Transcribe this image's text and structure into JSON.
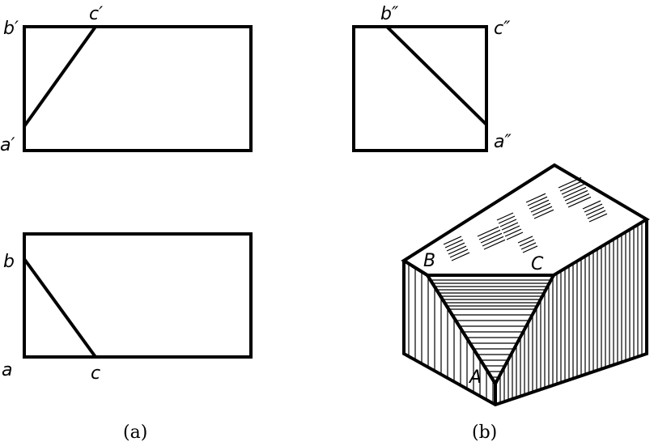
{
  "front_view": {
    "b": "b′",
    "c": "c′",
    "a": "a′"
  },
  "side_view": {
    "b": "b″",
    "c": "c″",
    "a": "a″"
  },
  "top_view": {
    "b": "b",
    "a": "a",
    "c": "c"
  },
  "iso_view": {
    "B": "B",
    "C": "C",
    "A": "A"
  },
  "captions": {
    "a": "(a)",
    "b": "(b)"
  },
  "colors": {
    "ink": "#000000",
    "paper": "#ffffff"
  }
}
